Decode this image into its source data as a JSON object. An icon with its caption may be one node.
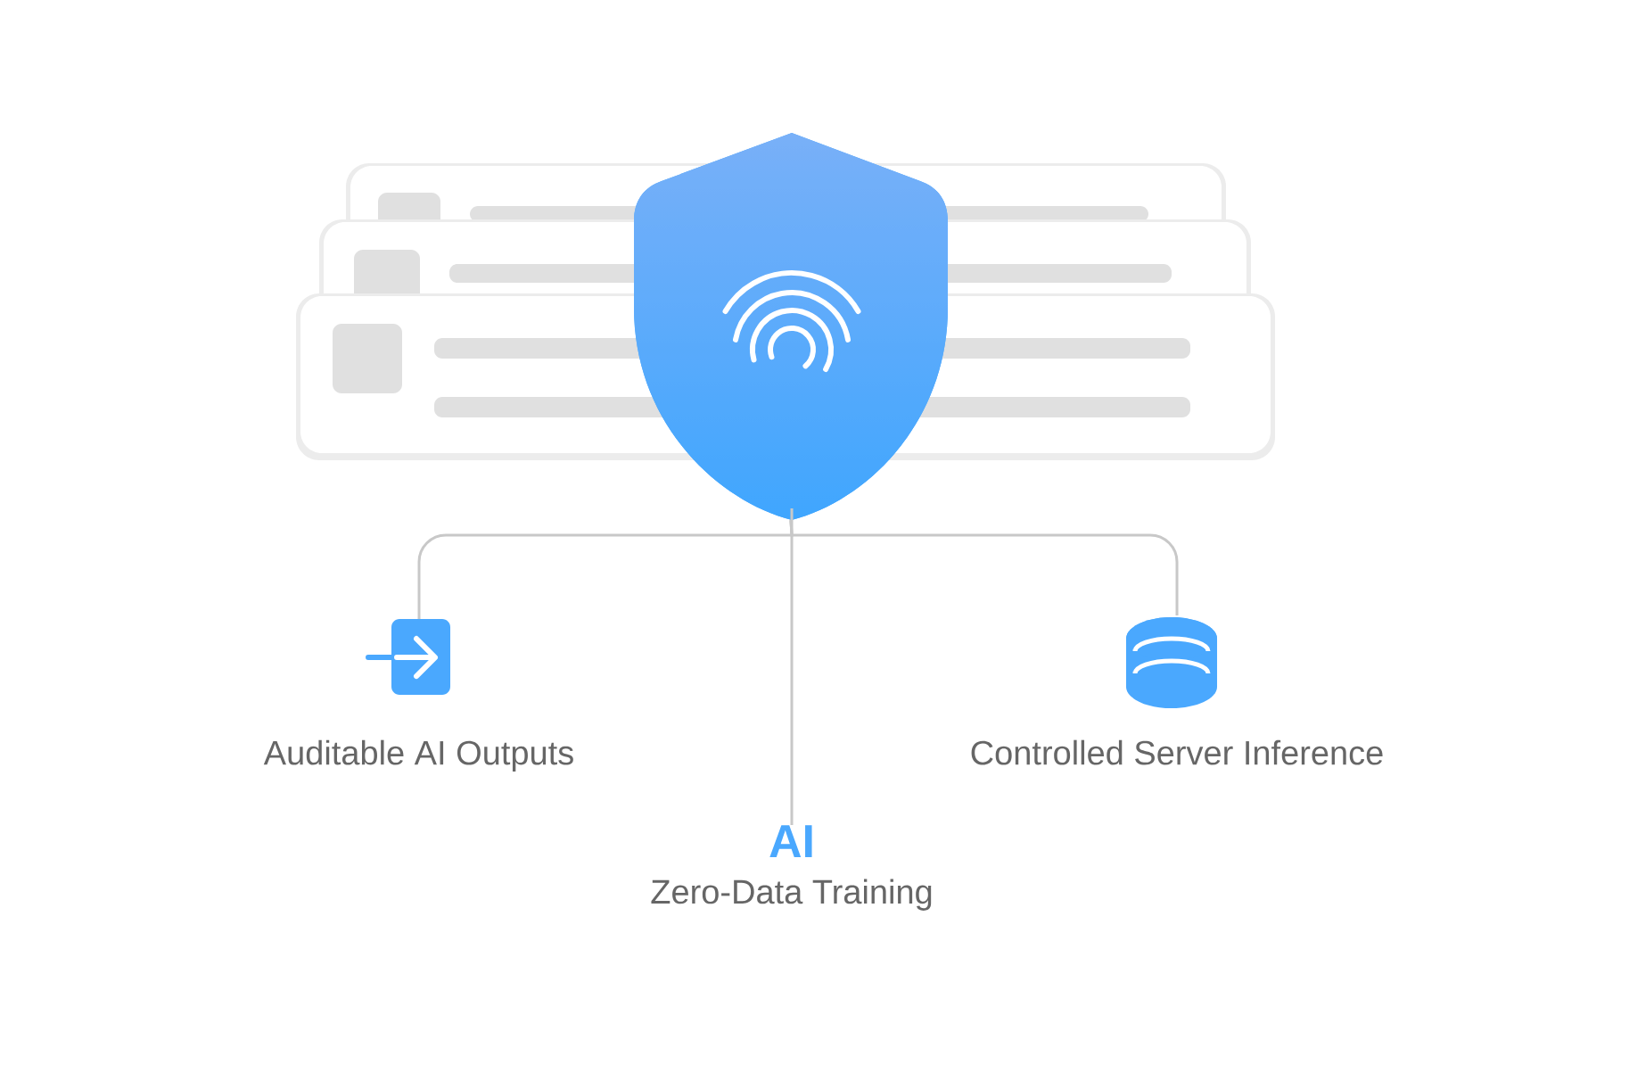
{
  "diagram": {
    "nodes": [
      {
        "text": [],
        "shape": "shield"
      },
      {
        "text": [
          "Auditable AI Outputs"
        ]
      },
      {
        "text": [
          "Controlled Server Inference"
        ]
      },
      {
        "text": [
          "AI",
          "Zero-Data Training"
        ]
      }
    ],
    "edges": [
      {
        "from": 0,
        "to": 1,
        "arrow": "none"
      },
      {
        "from": 0,
        "to": 2,
        "arrow": "none"
      },
      {
        "from": 0,
        "to": 3,
        "arrow": "none"
      }
    ]
  }
}
